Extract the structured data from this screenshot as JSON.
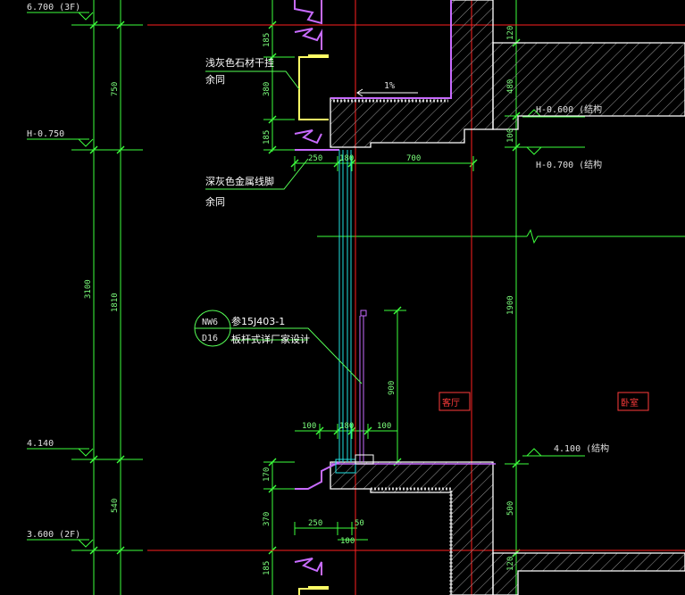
{
  "levels": {
    "l1": "6.700 (3F)",
    "l2": "H-0.750",
    "l3": "4.140",
    "l4": "3.600 (2F)",
    "r1": "H-0.600 (结构",
    "r2": "H-0.700 (结构",
    "r3": "4.100 (结构"
  },
  "dims": {
    "d750": "750",
    "d3100": "3100",
    "d1810": "1810",
    "d540": "540",
    "d185a": "185",
    "d380": "380",
    "d185b": "185",
    "d170": "170",
    "d370": "370",
    "d185c": "185",
    "d250a": "250",
    "d180a": "180",
    "d700": "700",
    "d100a": "100",
    "d180b": "180",
    "d100b": "100",
    "d250b": "250",
    "d50": "50",
    "d100c": "100",
    "d900": "900",
    "d120a": "120",
    "d480": "480",
    "d100d": "100",
    "d1900": "1900",
    "d500": "500",
    "d120b": "120"
  },
  "notes": {
    "stone": "浅灰色石材干挂",
    "stone_sub": "余同",
    "metal": "深灰色金属线脚",
    "metal_sub": "余同",
    "slope": "1%",
    "ref": "参15J403-1",
    "rail": "板杆式详厂家设计"
  },
  "symbol": {
    "top": "NW6",
    "bottom": "D16"
  },
  "rooms": {
    "left": "客厅",
    "right": "卧室"
  },
  "colors": {
    "bg": "#000000",
    "grid": "#00ff00",
    "dim": "#3dff3d",
    "axis": "#ff2020",
    "wall": "#ffffff",
    "hatch": "#b8b8b8",
    "profile": "#c86bff",
    "glass": "#20e0e0",
    "trim": "#ffff66",
    "leader": "#55ff55"
  }
}
